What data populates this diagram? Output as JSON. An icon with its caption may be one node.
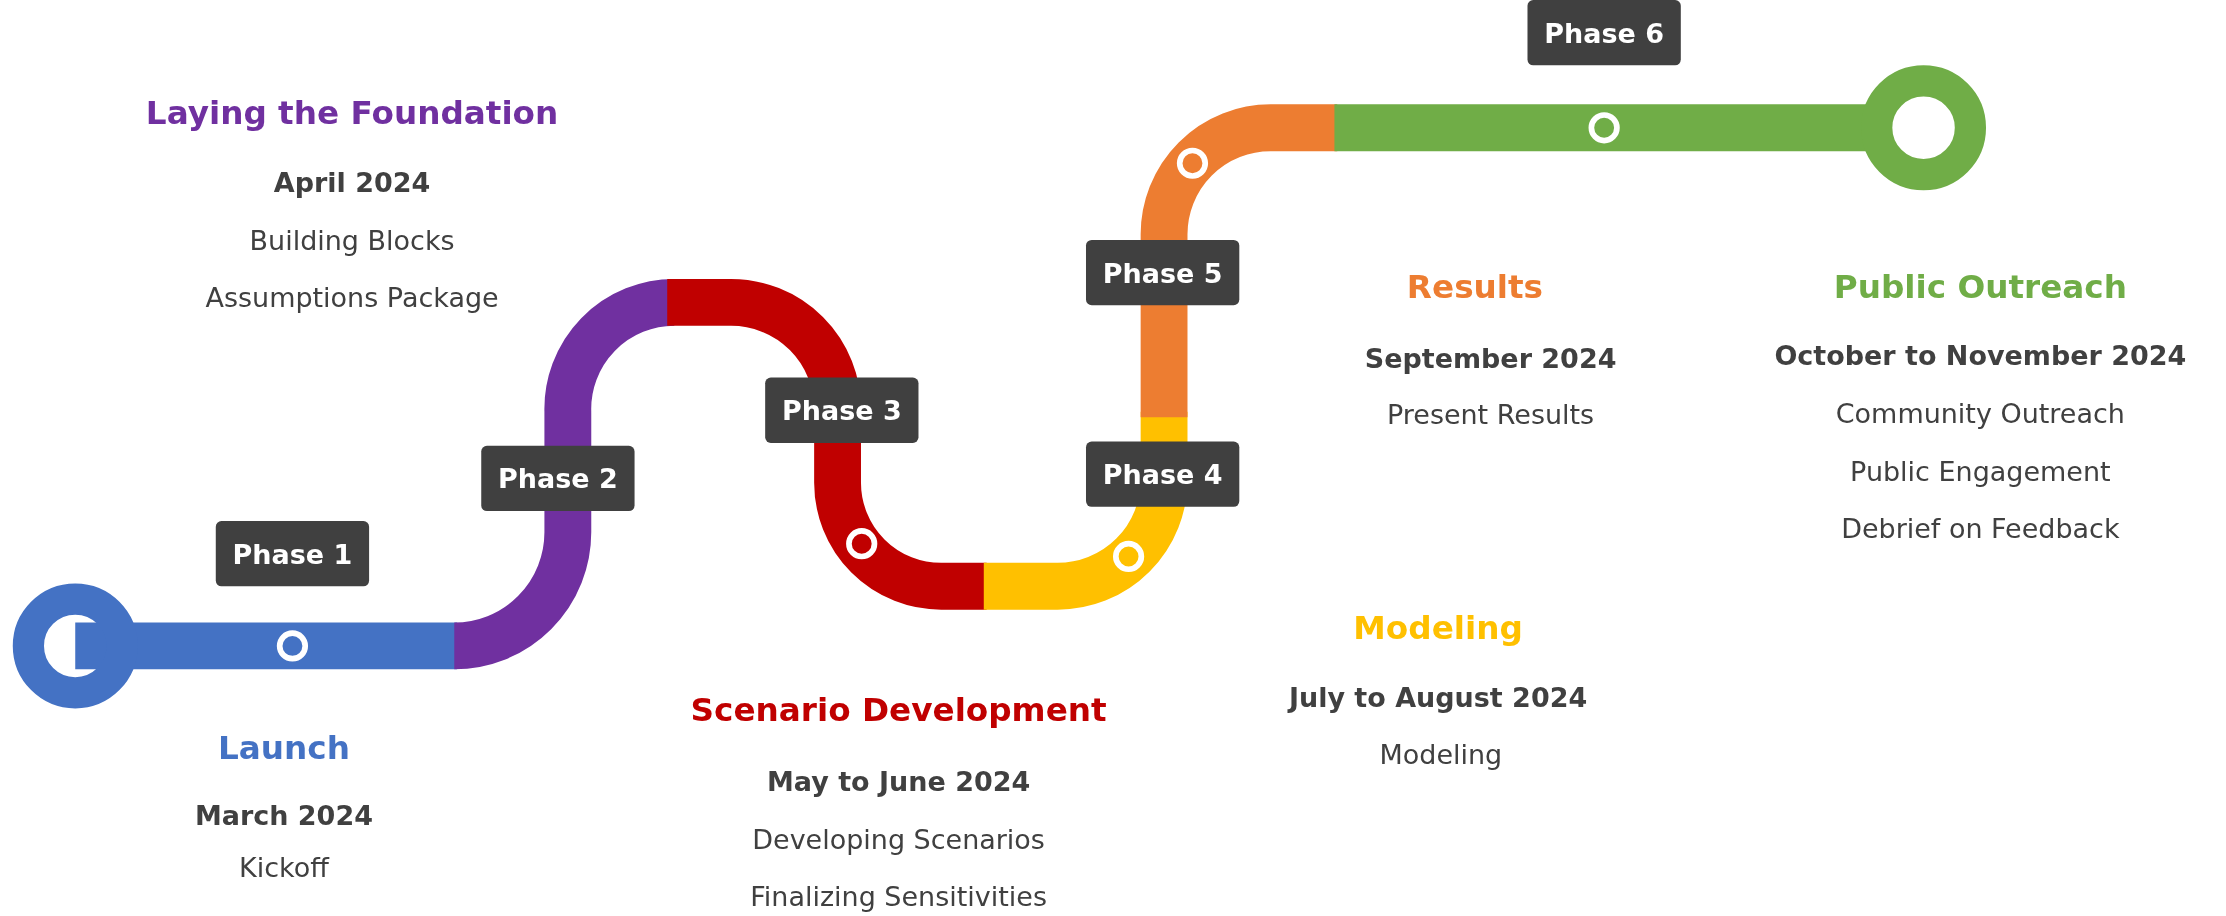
{
  "diagram": {
    "nodes": [
      {
        "text": [
          "Phase 1"
        ]
      },
      {
        "text": [
          "Phase 2"
        ]
      },
      {
        "text": [
          "Phase 3"
        ]
      },
      {
        "text": [
          "Phase 4"
        ]
      },
      {
        "text": [
          "Phase 5"
        ]
      },
      {
        "text": [
          "Phase 6"
        ]
      }
    ],
    "edges": [],
    "labels": [
      "Laying the Foundation",
      "April 2024",
      "Building Blocks",
      "Assumptions Package",
      "Results",
      "September 2024",
      "Present Results",
      "Public Outreach",
      "October to November 2024",
      "Community Outreach",
      "Public Engagement",
      "Debrief on Feedback",
      "Modeling",
      "July to August 2024",
      "Modeling",
      "Scenario Development",
      "May to June 2024",
      "Developing Scenarios",
      "Finalizing Sensitivities",
      "Launch",
      "March 2024",
      "Kickoff"
    ]
  }
}
